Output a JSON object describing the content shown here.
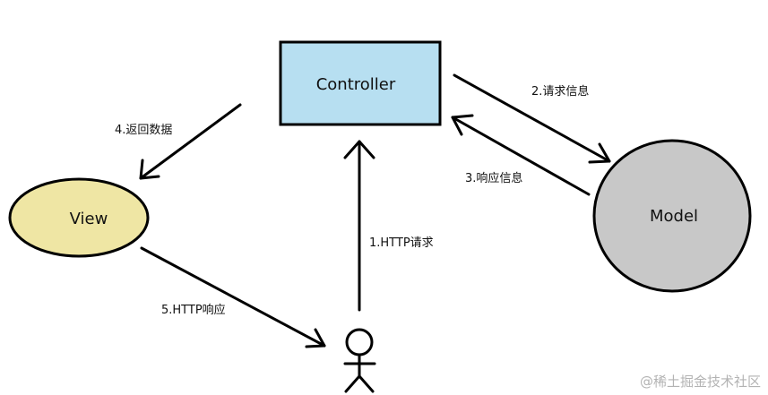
{
  "nodes": {
    "controller": {
      "label": "Controller",
      "fill": "#b7dff1"
    },
    "view": {
      "label": "View",
      "fill": "#efe6a4"
    },
    "model": {
      "label": "Model",
      "fill": "#c8c8c8"
    }
  },
  "edges": {
    "http_request": "1.HTTP请求",
    "request_info": "2.请求信息",
    "response_info": "3.响应信息",
    "return_data": "4.返回数据",
    "http_response": "5.HTTP响应"
  },
  "watermark": "@稀土掘金技术社区",
  "colors": {
    "stroke": "#000000",
    "text": "#111111",
    "watermark": "#b3b3b3"
  }
}
